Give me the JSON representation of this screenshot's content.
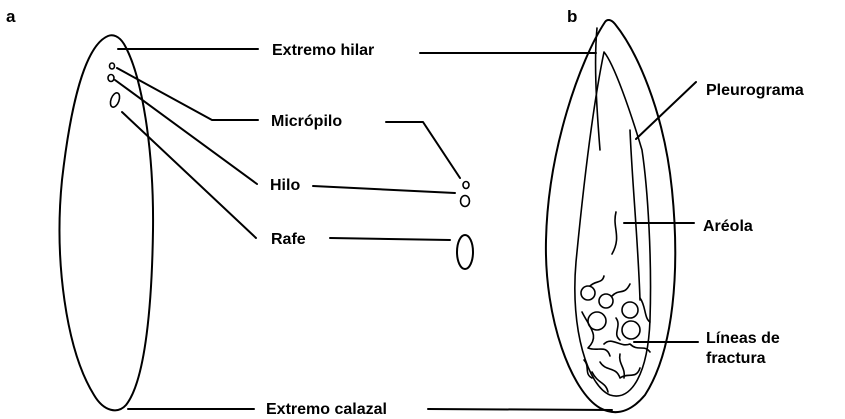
{
  "panels": {
    "a": "a",
    "b": "b"
  },
  "labels": {
    "extremo_hilar": "Extremo hilar",
    "micropilo": "Micrópilo",
    "hilo": "Hilo",
    "rafe": "Rafe",
    "extremo_calazal": "Extremo calazal",
    "pleurograma": "Pleurograma",
    "areola": "Aréola",
    "lineas_fractura_1": "Líneas de",
    "lineas_fractura_2": "fractura"
  },
  "colors": {
    "ink": "#000000",
    "background": "#ffffff"
  }
}
